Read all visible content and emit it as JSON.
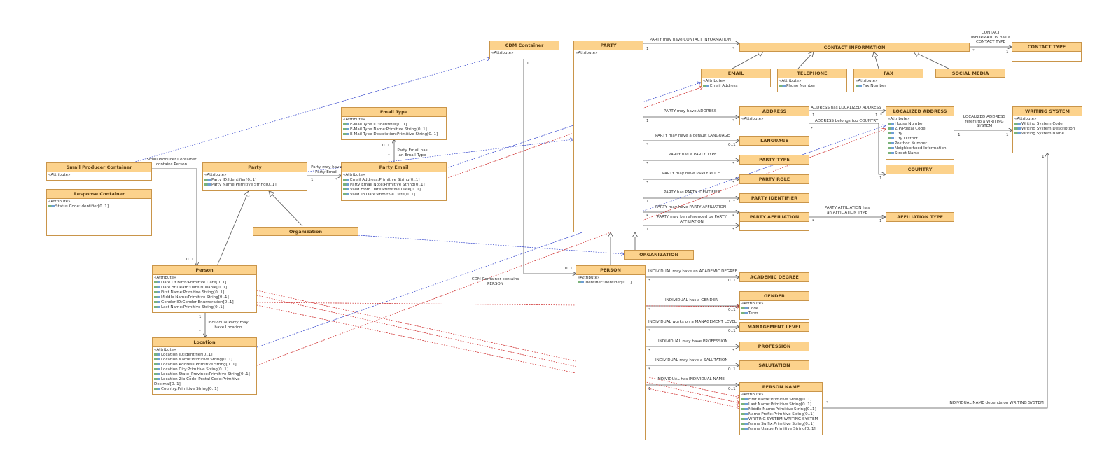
{
  "colors": {
    "header": "#fcd28c",
    "border": "#c9954a",
    "line": "#555555",
    "blue_dep": "#3344cc",
    "red_dep": "#cc2222"
  },
  "classes": {
    "small_producer": {
      "name": "Small Producer Container",
      "rows": [
        "«Attribute»"
      ]
    },
    "response_container": {
      "name": "Response Container",
      "rows": [
        "«Attribute»",
        "Status Code:Identifier[0..1]"
      ]
    },
    "party_left": {
      "name": "Party",
      "rows": [
        "«Attribute»",
        "Party ID:Identifier[0..1]",
        "Party Name:Primitive String[0..1]"
      ]
    },
    "organization_left": {
      "name": "Organization",
      "rows": []
    },
    "person_left": {
      "name": "Person",
      "rows": [
        "«Attribute»",
        "Date Of Birth:Primitive Date[0..1]",
        "Date of Death:Date Nullable[0..1]",
        "First Name:Primitive String[0..1]",
        "Middle Name:Primitive String[0..1]",
        "Gender ID:Gender Enumeration[0..1]",
        "Last Name:Primitive String[0..1]"
      ]
    },
    "location": {
      "name": "Location",
      "rows": [
        "«Attribute»",
        "Location ID:Identifier[0..1]",
        "Location Name:Primitive String[0..1]",
        "Location Address:Primitive String[0..1]",
        "Location City:Primitive String[0..1]",
        "Location State_Province:Primitive String[0..1]",
        "Location Zip Code_Postal Code:Primitive",
        "Decimal[0..1]",
        "Country:Primitive String[0..1]"
      ]
    },
    "email_type": {
      "name": "Email Type",
      "rows": [
        "«Attribute»",
        "E-Mail Type ID:Identifier[0..1]",
        "E-Mail Type Name:Primitive String[0..1]",
        "E-Mail Type Description:Primitive String[0..1]"
      ]
    },
    "party_email": {
      "name": "Party Email",
      "rows": [
        "«Attribute»",
        "Email Address:Primitive String[0..1]",
        "Party Email Note:Primitive String[0..1]",
        "Valid From Date:Primitive Date[0..1]",
        "Valid To Date:Primitive Date[0..1]"
      ]
    },
    "cdm_container": {
      "name": "CDM Container",
      "rows": [
        "«Attribute»"
      ]
    },
    "party": {
      "name": "PARTY",
      "rows": [
        "«Attribute»"
      ]
    },
    "organization": {
      "name": "ORGANIZATION",
      "rows": []
    },
    "person": {
      "name": "PERSON",
      "rows": [
        "«Attribute»",
        "Identifier:Identifier[0..1]"
      ]
    },
    "contact_information": {
      "name": "CONTACT INFORMATION",
      "rows": []
    },
    "contact_type": {
      "name": "CONTACT TYPE",
      "rows": []
    },
    "email": {
      "name": "EMAIL",
      "rows": [
        "«Attribute»",
        "Email Address"
      ]
    },
    "telephone": {
      "name": "TELEPHONE",
      "rows": [
        "«Attribute»",
        "Phone Number"
      ]
    },
    "fax": {
      "name": "FAX",
      "rows": [
        "«Attribute»",
        "Fax Number"
      ]
    },
    "social_media": {
      "name": "SOCIAL MEDIA",
      "rows": []
    },
    "address": {
      "name": "ADDRESS",
      "rows": [
        "«Attribute»"
      ]
    },
    "localized_address": {
      "name": "LOCALIZED ADDRESS",
      "rows": [
        "«Attribute»",
        "House Number",
        "ZIP/Postal Code",
        "City",
        "City District",
        "Postbox Number",
        "Neighborhood Information",
        "Street Name"
      ]
    },
    "writing_system": {
      "name": "WRITING SYSTEM",
      "rows": [
        "«Attribute»",
        "Writing System Code",
        "Writing System Description",
        "Writing System Name"
      ]
    },
    "country": {
      "name": "COUNTRY",
      "rows": []
    },
    "language": {
      "name": "LANGUAGE",
      "rows": []
    },
    "party_type": {
      "name": "PARTY TYPE",
      "rows": []
    },
    "party_role": {
      "name": "PARTY ROLE",
      "rows": []
    },
    "party_identifier": {
      "name": "PARTY IDENTIFIER",
      "rows": []
    },
    "party_affiliation": {
      "name": "PARTY AFFILIATION",
      "rows": []
    },
    "affiliation_type": {
      "name": "AFFILIATION TYPE",
      "rows": []
    },
    "academic_degree": {
      "name": "ACADEMIC DEGREE",
      "rows": []
    },
    "gender": {
      "name": "GENDER",
      "rows": [
        "«Attribute»",
        "Code",
        "Term"
      ]
    },
    "management_level": {
      "name": "MANAGEMENT LEVEL",
      "rows": []
    },
    "profession": {
      "name": "PROFESSION",
      "rows": []
    },
    "salutation": {
      "name": "SALUTATION",
      "rows": []
    },
    "person_name": {
      "name": "PERSON NAME",
      "rows": [
        "«Attribute»",
        "First Name:Primitive String[0..1]",
        "Last Name:Primitive String[0..1]",
        "Middle Name:Primitive String[0..1]",
        "Name Prefix:Primitive String[0..1]",
        "WRITING SYSTEM:WRITING SYSTEM",
        "Name Suffix:Primitive String[0..1]",
        "Name Usage:Primitive String[0..1]"
      ]
    }
  },
  "labels": {
    "small_producer_contains": "Small Producer Container contains Person",
    "party_may_have_email": "Party may have Party Email",
    "party_email_has_type": "Party Email has an Email Type",
    "individual_party_location": "Individual Party may have Location",
    "cdm_contains_person": "CDM Container contains PERSON",
    "party_contact_info": "PARTY may have CONTACT INFORMATION",
    "contact_info_type": "CONTACT INFORMATION has a CONTACT TYPE",
    "party_address": "PARTY may have ADDRESS",
    "address_localized": "ADDRESS has LOCALIZED ADDRESS",
    "address_country": "ADDRESS belongs too COUNTRY",
    "localized_writing": "LOCALIZED ADDRESS refers to a WRITING SYSTEM",
    "party_language": "PARTY may have a default LANGUAGE",
    "party_type": "PARTY has a PARTY TYPE",
    "party_role": "PARTY may have PARTY ROLE",
    "party_identifier": "PARTY has PARTY IDENTIFIER",
    "party_affiliation": "PARTY may have PARTY AFFILIATION",
    "party_referenced": "PARTY may be referenced by PARTY AFFILIATION",
    "affiliation_type": "PARTY AFFILIATION has an AFFILIATION TYPE",
    "ind_academic": "INDIVIDUAL may have an ACADEMIC DEGREE",
    "ind_gender": "INDIVIDUAL has a GENDER",
    "ind_management": "INDIVIDUAL works on a MANAGEMENT LEVEL",
    "ind_profession": "INDIVIDUAL may have PROFESSION",
    "ind_salutation": "INDIVIDUAL may have a SALUTATION",
    "ind_name": "INDIVIDUAL has INDIVIDUAL NAME",
    "ind_name_writing": "INDIVIDUAL NAME depends on WRITING SYSTEM"
  },
  "mult": {
    "one": "1",
    "many": "*",
    "zero_one": "0..1",
    "one_many": "1..*"
  }
}
